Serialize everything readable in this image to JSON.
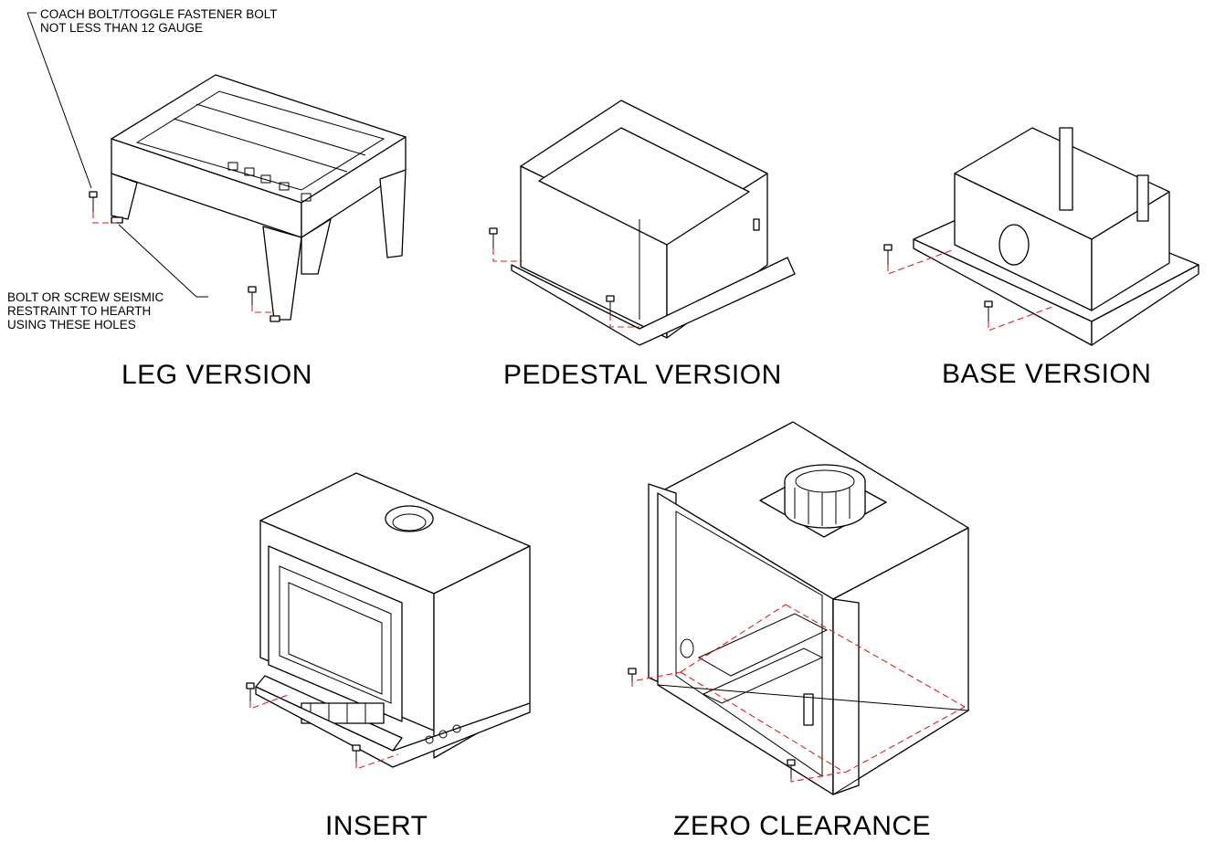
{
  "notes": {
    "coach_bolt": [
      "COACH BOLT/TOGGLE FASTENER BOLT",
      "NOT LESS THAN 12 GAUGE"
    ],
    "seismic": [
      "BOLT OR SCREW SEISMIC",
      "RESTRAINT TO HEARTH",
      "USING THESE HOLES"
    ]
  },
  "captions": {
    "leg": "LEG VERSION",
    "pedestal": "PEDESTAL VERSION",
    "base": "BASE VERSION",
    "insert": "INSERT",
    "zero_clearance": "ZERO CLEARANCE"
  },
  "colors": {
    "line": "#000000",
    "anchor_dash": "#e02020",
    "background": "#ffffff"
  }
}
